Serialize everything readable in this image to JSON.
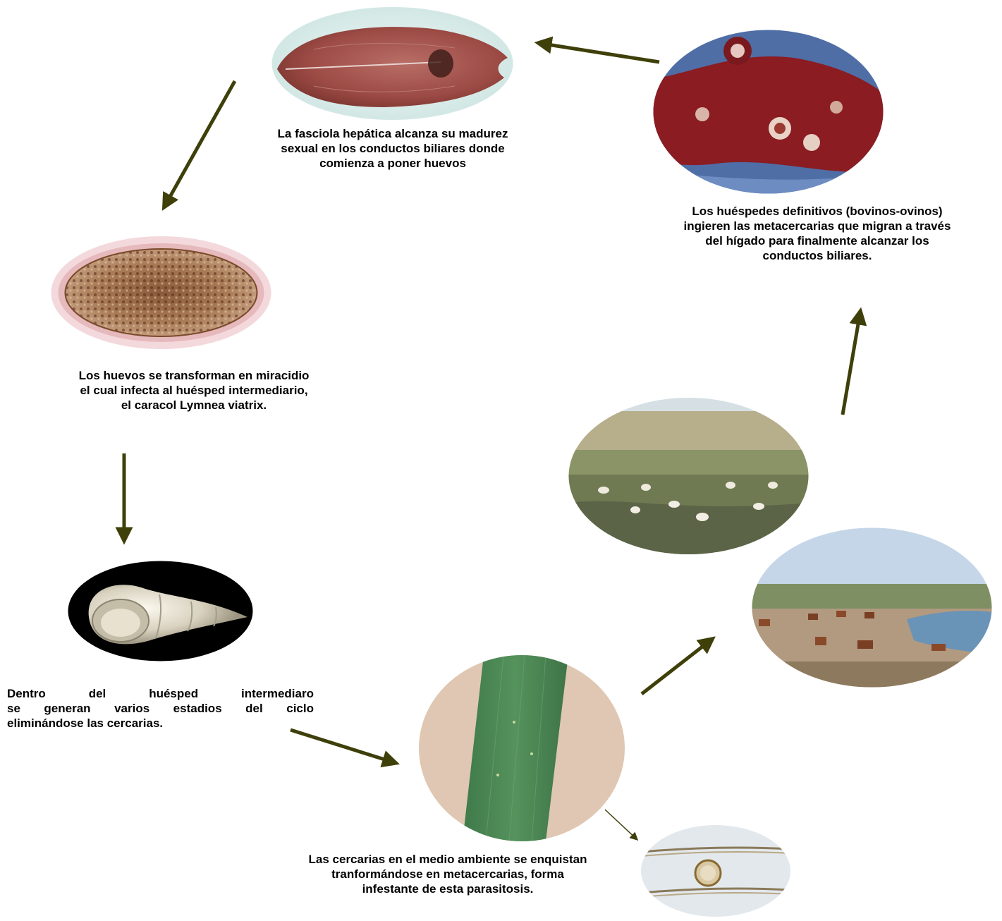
{
  "captions": {
    "adult": [
      "La fasciola hepática alcanza su madurez",
      "sexual en los conductos biliares donde",
      "comienza a poner huevos"
    ],
    "hosts": [
      "Los huéspedes definitivos (bovinos-ovinos)",
      "ingieren las metacercarias que migran a través",
      "del hígado para finalmente alcanzar los",
      "conductos biliares."
    ],
    "eggs": [
      "Los huevos se transforman en miracidio",
      "el cual infecta al huésped intermediario,",
      "el caracol Lymnea viatrix."
    ],
    "snail": [
      "Dentro del huésped intermediaro",
      "se generan varios estadios del ciclo",
      "eliminándose las cercarias."
    ],
    "cercariae": [
      "Las cercarias en el medio ambiente se enquistan",
      "tranformándose en metacercarias, forma",
      "infestante de esta parasitosis."
    ]
  },
  "colors": {
    "arrow": "#3f3f0a",
    "text": "#000000"
  }
}
